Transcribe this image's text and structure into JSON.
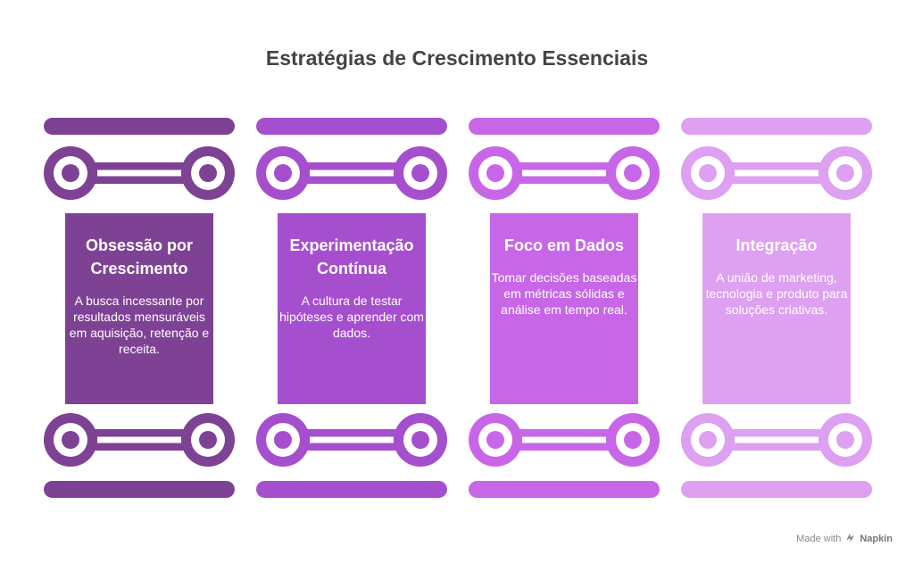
{
  "title": "Estratégias de Crescimento Essenciais",
  "pillars": [
    {
      "heading": "Obsessão por Crescimento",
      "description": "A busca incessante por resultados mensuráveis em aquisição, retenção e receita.",
      "color": "#7E4295"
    },
    {
      "heading": "Experimentação Contínua",
      "description": "A cultura de testar hipóteses e aprender com dados.",
      "color": "#A54FCF"
    },
    {
      "heading": "Foco em Dados",
      "description": "Tomar decisões baseadas em métricas sólidas e análise em tempo real.",
      "color": "#C767E8"
    },
    {
      "heading": "Integração",
      "description": "A união de marketing, tecnologia e produto para soluções criativas.",
      "color": "#DEA0F1"
    }
  ],
  "footer": {
    "made_with": "Made with",
    "brand": "Napkin"
  }
}
